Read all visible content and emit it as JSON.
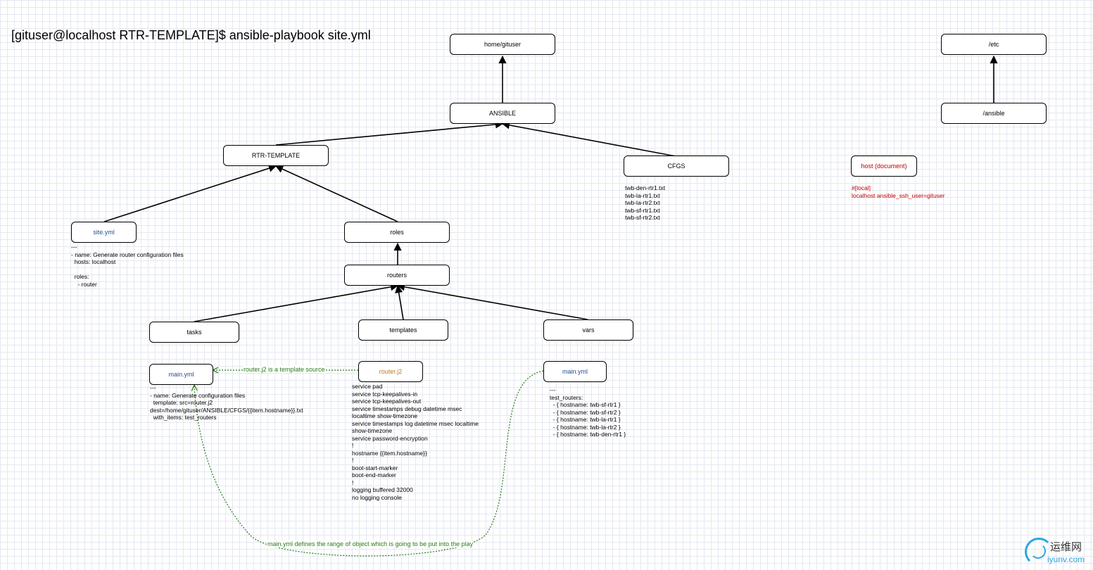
{
  "title": "[gituser@localhost RTR-TEMPLATE]$ ansible-playbook site.yml",
  "nodes": {
    "home": {
      "label": "home/gituser"
    },
    "ansible": {
      "label": "ANSIBLE"
    },
    "rtr_template": {
      "label": "RTR-TEMPLATE"
    },
    "cfgs": {
      "label": "CFGS"
    },
    "site_yml": {
      "label": "site.yml"
    },
    "roles": {
      "label": "roles"
    },
    "routers": {
      "label": "routers"
    },
    "tasks": {
      "label": "tasks"
    },
    "templates": {
      "label": "templates"
    },
    "vars": {
      "label": "vars"
    },
    "tasks_main": {
      "label": "main.yml"
    },
    "router_j2": {
      "label": "router.j2"
    },
    "vars_main": {
      "label": "main.yml"
    },
    "etc": {
      "label": "/etc"
    },
    "etc_ansible": {
      "label": "/ansible"
    },
    "host_doc": {
      "label": "host (document)"
    }
  },
  "code": {
    "cfgs_files": [
      "twb-den-rtr1.txt",
      "twb-la-rtr1.txt",
      "twb-la-rtr2.txt",
      "twb-sf-rtr1.txt",
      "twb-sf-rtr2.txt"
    ],
    "site_yml": [
      "---",
      "- name: Generate router configuration files",
      "  hosts: localhost",
      "",
      "  roles:",
      "    - router"
    ],
    "tasks_main": [
      "---",
      "- name: Generate configuration files",
      "  template: src=router.j2",
      "dest=/home/gituser/ANSIBLE/CFGS/{{item.hostname}}.txt",
      "  with_items: test_routers"
    ],
    "router_j2": [
      "service pad",
      "service tcp-keepalives-in",
      "service tcp-keepalives-out",
      "service timestamps debug datetime msec",
      "localtime show-timezone",
      "service timestamps log datetime msec localtime",
      "show-timezone",
      "service password-encryption",
      "!",
      "hostname {{item.hostname}}",
      "!",
      "boot-start-marker",
      "boot-end-marker",
      "!",
      "logging buffered 32000",
      "no logging console"
    ],
    "vars_main": [
      "---",
      "test_routers:",
      "  - { hostname: twb-sf-rtr1 }",
      "  - { hostname: twb-sf-rtr2 }",
      "  - { hostname: twb-la-rtr1 }",
      "  - { hostname: twb-la-rtr2 }",
      "  - { hostname: twb-den-rtr1 }"
    ],
    "host_doc": [
      "#[local]",
      "localhost ansible_ssh_user=gituser"
    ]
  },
  "annotations": {
    "template_source": "router.j2 is a template source",
    "range_of_object": "main.yml defines the range of object which is going to be put into the play"
  },
  "watermark": {
    "brand_cn": "运维网",
    "brand_en": "iyunv.com"
  },
  "colors": {
    "blue_text": "#1f4f8c",
    "orange_text": "#c87619",
    "red_text": "#c00000",
    "green_annotation": "#2a7a1a",
    "grid": "#e4e8f0"
  }
}
